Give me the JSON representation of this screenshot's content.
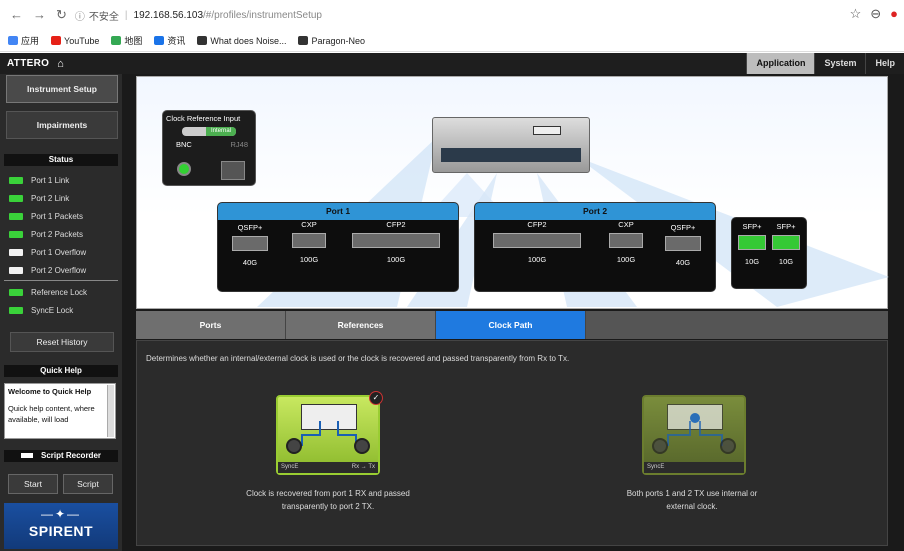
{
  "browser": {
    "security_label": "不安全",
    "host": "192.168.56.103",
    "path": "/#/profiles/instrumentSetup"
  },
  "bookmarks": [
    {
      "label": "应用",
      "color": "#4285f4"
    },
    {
      "label": "YouTube",
      "color": "#e62117"
    },
    {
      "label": "地图",
      "color": "#34a853"
    },
    {
      "label": "资讯",
      "color": "#1a73e8"
    },
    {
      "label": "What does Noise...",
      "color": "#333333"
    },
    {
      "label": "Paragon-Neo",
      "color": "#333333"
    }
  ],
  "app": {
    "brand": "ATTERO",
    "tabs": [
      "Application",
      "System",
      "Help"
    ],
    "active_tab": "Application"
  },
  "sidebar": {
    "buttons": [
      "Instrument Setup",
      "Impairments"
    ],
    "status_title": "Status",
    "status_items": [
      {
        "label": "Port 1 Link",
        "state": "green"
      },
      {
        "label": "Port 2 Link",
        "state": "green"
      },
      {
        "label": "Port 1 Packets",
        "state": "green"
      },
      {
        "label": "Port 2 Packets",
        "state": "green"
      },
      {
        "label": "Port 1 Overflow",
        "state": "white"
      },
      {
        "label": "Port 2 Overflow",
        "state": "white"
      },
      {
        "label": "Reference Lock",
        "state": "green"
      },
      {
        "label": "SyncE Lock",
        "state": "green"
      }
    ],
    "reset_label": "Reset History",
    "quick_help_title": "Quick Help",
    "quick_help_heading": "Welcome to Quick Help",
    "quick_help_body": "Quick help content, where available, will load",
    "script_recorder_title": "Script Recorder",
    "start_label": "Start",
    "script_label": "Script",
    "logo": "SPIRENT"
  },
  "diagram": {
    "clock_title": "Clock Reference Input",
    "clock_toggle": "Internal",
    "clock_bnc": "BNC",
    "clock_rj48": "RJ48",
    "port1_title": "Port 1",
    "port2_title": "Port 2",
    "port1_slots": [
      {
        "type": "QSFP+",
        "speed": "40G"
      },
      {
        "type": "CXP",
        "speed": "100G"
      },
      {
        "type": "CFP2",
        "speed": "100G"
      }
    ],
    "port2_slots": [
      {
        "type": "CFP2",
        "speed": "100G"
      },
      {
        "type": "CXP",
        "speed": "100G"
      },
      {
        "type": "QSFP+",
        "speed": "40G"
      }
    ],
    "sfp_slots": [
      {
        "type": "SFP+",
        "speed": "10G"
      },
      {
        "type": "SFP+",
        "speed": "10G"
      }
    ]
  },
  "config_tabs": [
    "Ports",
    "References",
    "Clock Path"
  ],
  "active_config_tab": "Clock Path",
  "clock_path": {
    "description": "Determines whether an internal/external clock is used or the clock is recovered and passed transparently from Rx to Tx.",
    "option1_footer_left": "SyncE",
    "option1_footer_right": "Rx → Tx",
    "option1_caption": "Clock is recovered from port 1 RX and passed transparently to port 2 TX.",
    "option2_footer_left": "SyncE",
    "option2_caption": "Both ports 1 and 2 TX use internal or external clock."
  }
}
